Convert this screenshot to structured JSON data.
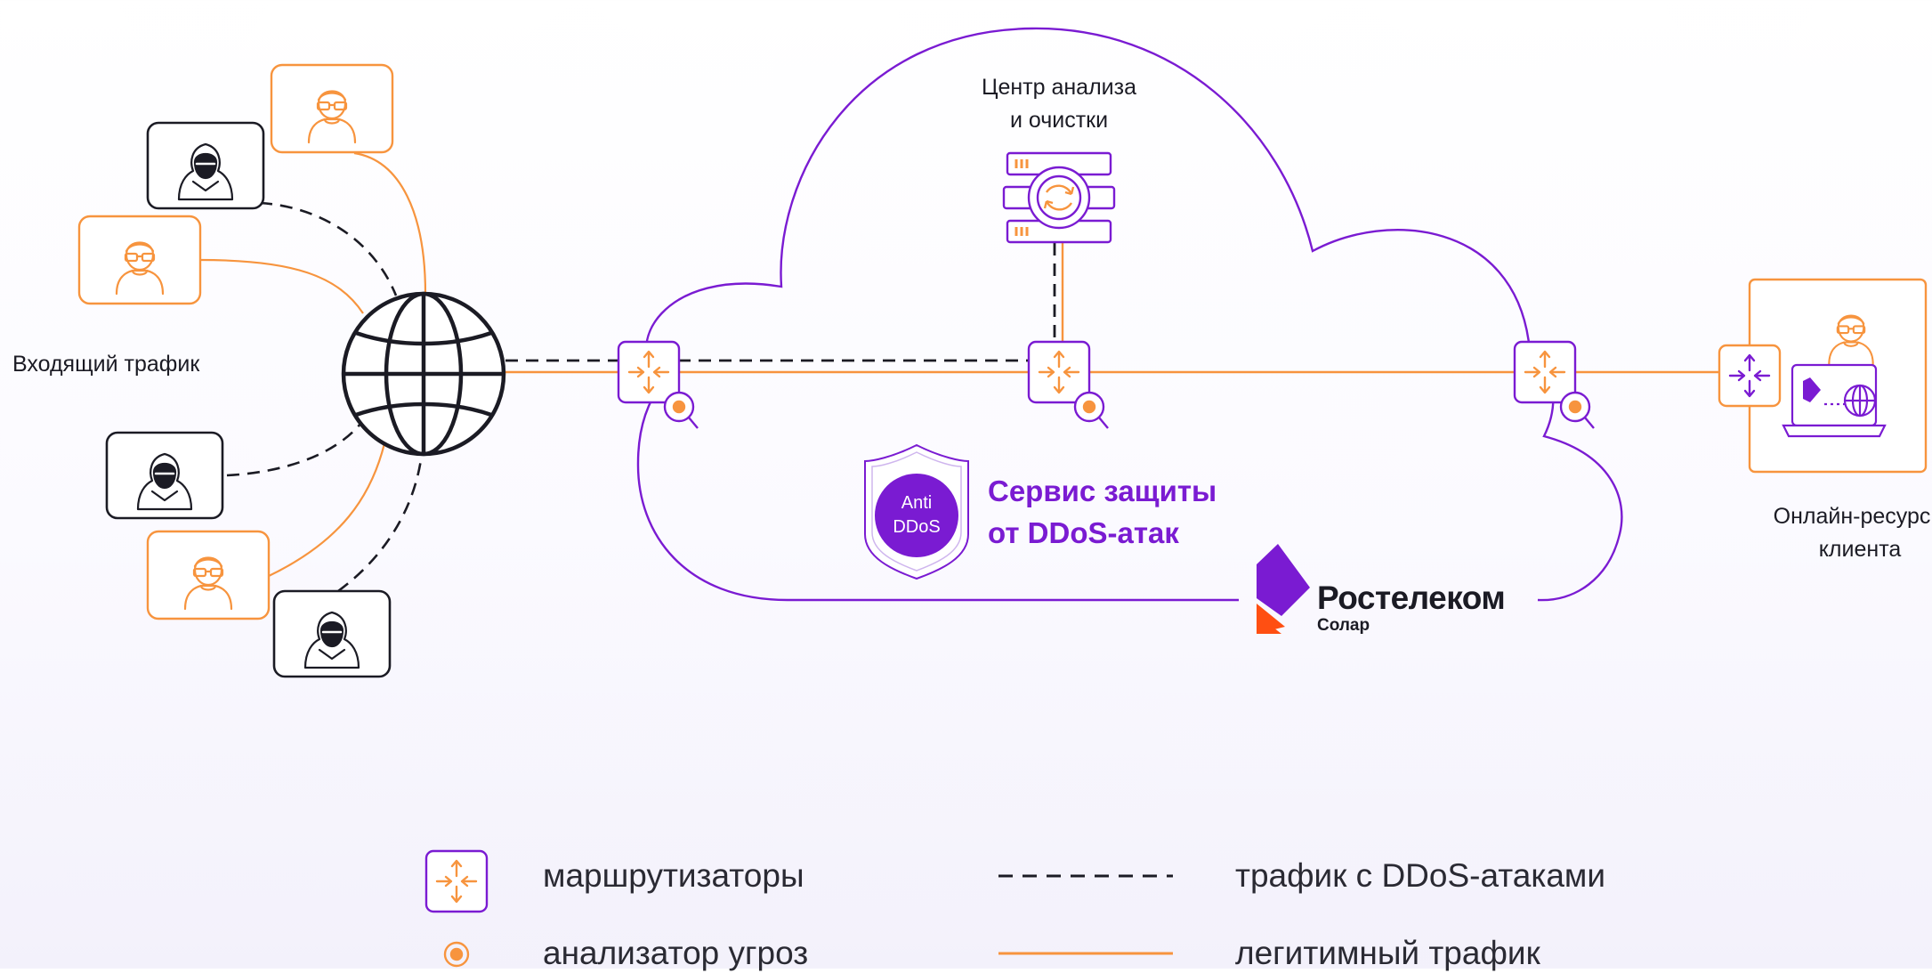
{
  "labels": {
    "center_line1": "Центр анализа",
    "center_line2": "и очистки",
    "incoming": "Входящий трафик",
    "online_line1": "Онлайн-ресурсы",
    "online_line2": "клиента",
    "service_line1": "Сервис защиты",
    "service_line2": "от DDoS-атак",
    "anti_line1": "Anti",
    "anti_line2": "DDoS",
    "brand_name": "Ростелеком",
    "brand_sub": "Солар"
  },
  "legend": {
    "routers": "маршрутизаторы",
    "analyzer": "анализатор угроз",
    "ddos_traffic": "трафик с DDoS-атаками",
    "legit_traffic": "легитимный трафик"
  },
  "colors": {
    "orange": "#f7943e",
    "purple": "#7a1bd2",
    "dark": "#1b1b24",
    "brand_red": "#ff4f12"
  },
  "icons": [
    "user-icon",
    "hacker-icon",
    "globe-icon",
    "router-icon",
    "threat-analyzer-icon",
    "server-icon",
    "laptop-icon",
    "shield-icon",
    "logo-icon"
  ]
}
